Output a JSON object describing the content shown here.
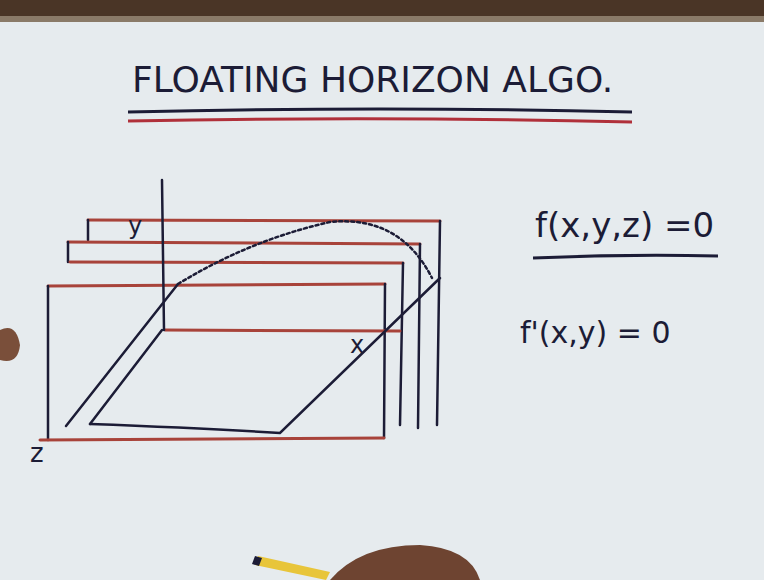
{
  "diagram": {
    "title": "FLOATING HORIZON ALGO.",
    "labels": [
      "y",
      "x",
      "z",
      "f(x,y,z) =0",
      "f'(x,y) = 0"
    ]
  }
}
